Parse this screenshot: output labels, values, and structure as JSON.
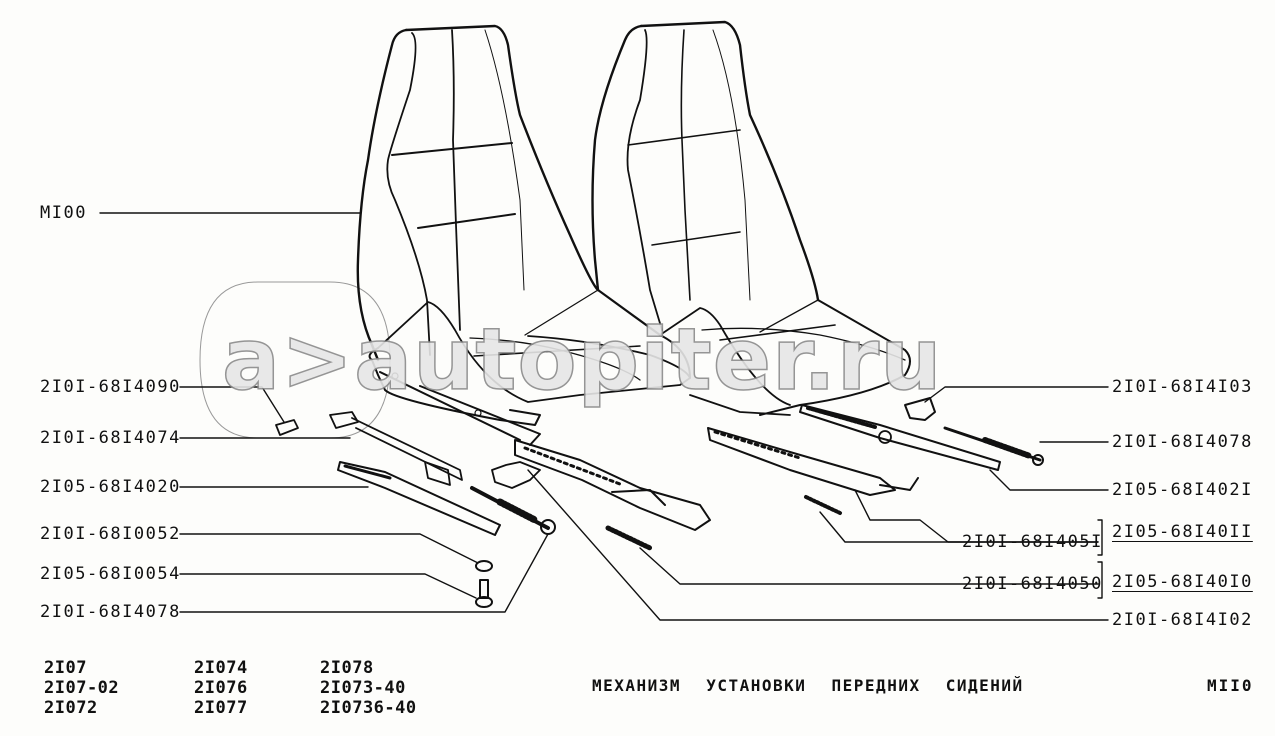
{
  "diagram": {
    "title": "МЕХАНИЗМ УСТАНОВКИ ПЕРЕДНИХ СИДЕНИЙ",
    "sheet_code": "MII0",
    "watermark": "a>autopiter.ru",
    "ink_color": "#111111",
    "paper_color": "#fdfdfb",
    "assembly_label": "MI00",
    "left_callouts": [
      "2I0I-68I4090",
      "2I0I-68I4074",
      "2I05-68I4020",
      "2I0I-68I0052",
      "2I05-68I0054",
      "2I0I-68I4078"
    ],
    "right_callouts": [
      "2I0I-68I4I03",
      "2I0I-68I4078",
      "2I05-68I402I",
      "2I0I-68I405I",
      "2I0I-68I4050",
      "2I0I-68I4I02"
    ],
    "assembly_groups": [
      "2I05-68I40II",
      "2I05-68I40I0"
    ],
    "models": {
      "col1": [
        "2I07",
        "2I07-02",
        "2I072"
      ],
      "col2": [
        "2I074",
        "2I076",
        "2I077"
      ],
      "col3": [
        "2I078",
        "2I073-40",
        "2I0736-40"
      ]
    }
  }
}
